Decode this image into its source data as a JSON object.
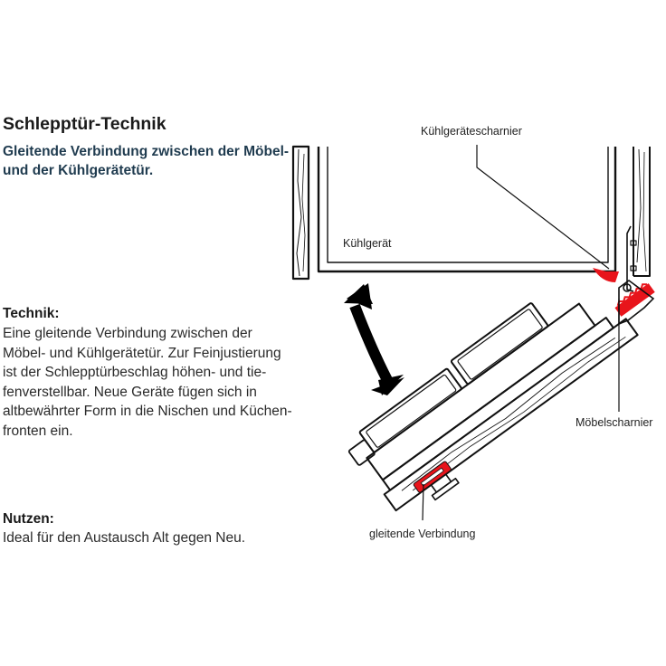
{
  "header": {
    "title": "Schlepptür-Technik",
    "subtitle": "Gleitende Verbindung zwischen der Möbel- und der Kühlgerätetür."
  },
  "technik": {
    "heading": "Technik:",
    "lines": [
      "Eine gleitende Verbindung zwischen der",
      "Möbel- und Kühlgerätetür. Zur Feinjustierung",
      "ist der Schlepptürbeschlag höhen- und tie-",
      "fenverstellbar. Neue Geräte fügen sich in",
      "altbewährter Form in die Nischen und Küchen-",
      "fronten ein."
    ]
  },
  "nutzen": {
    "heading": "Nutzen:",
    "text": "Ideal für den Austausch Alt gegen Neu."
  },
  "diagram": {
    "labels": {
      "appliance_hinge": "Kühlgerätescharnier",
      "appliance": "Kühlgerät",
      "furniture_hinge": "Möbelscharnier",
      "sliding_connection": "gleitende Verbindung"
    },
    "colors": {
      "accent_red": "#e8141b",
      "line": "#111111",
      "subtitle": "#1f3b4f"
    }
  }
}
